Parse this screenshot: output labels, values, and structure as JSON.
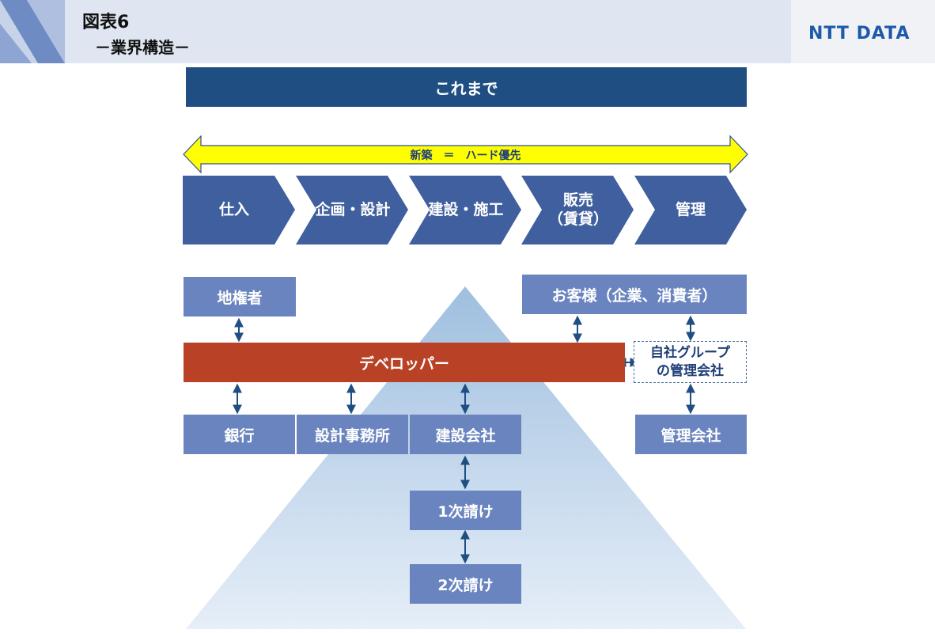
{
  "header": {
    "title": "図表6",
    "subtitle": "－業界構造－",
    "logo": "NTT DATA"
  },
  "banner": "これまで",
  "arrow_label": "新築　＝　ハード優先",
  "stages": [
    "仕入",
    "企画・設計",
    "建設・施工",
    "販売\n（賃貸）",
    "管理"
  ],
  "nodes": {
    "landowner": "地権者",
    "customer": "お客様（企業、消費者）",
    "developer": "デベロッパー",
    "group_mgmt_line1": "自社グループ",
    "group_mgmt_line2": "の管理会社",
    "bank": "銀行",
    "design_office": "設計事務所",
    "construction": "建設会社",
    "mgmt_company": "管理会社",
    "sub1": "1次請け",
    "sub2": "2次請け"
  },
  "colors": {
    "banner": "#1f4e83",
    "stage": "#3f5f9e",
    "node": "#6a84bf",
    "developer": "#b84126",
    "arrow_fill": "#ffff00",
    "arrow_stroke": "#2f4f9a",
    "connector": "#1f4e83",
    "pyramid_top": "#9fbfdf",
    "pyramid_bottom": "#e6eef8"
  }
}
